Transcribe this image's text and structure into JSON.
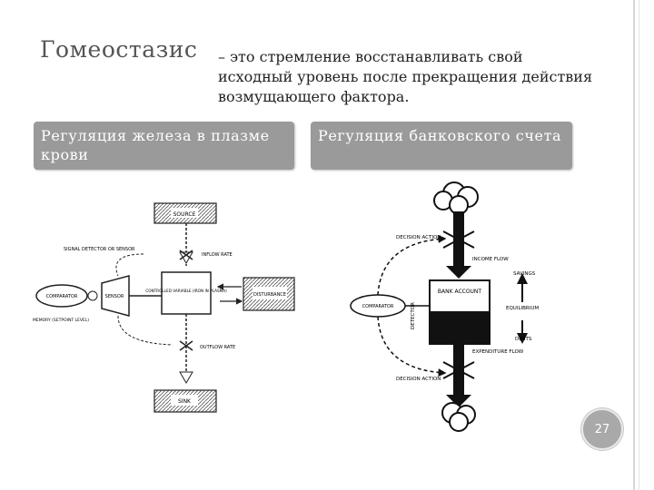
{
  "slide": {
    "title": "Гомеостазис",
    "definition": "– это стремление восстанавливать свой исходный уровень после прекращения действия возмущающего фактора.",
    "page_number": "27"
  },
  "panels": {
    "left_header": "Регуляция железа в плазме крови",
    "right_header": "Регуляция банковского счета"
  },
  "iron_diagram": {
    "source": "SOURCE",
    "signal_detector": "SIGNAL DETECTOR OR SENSOR",
    "comparator": "COMPARATOR",
    "sensor": "SENSOR",
    "memory": "MEMORY (SETPOINT LEVEL)",
    "inflow": "INFLOW RATE",
    "center": "CONTROLLED VARIABLE (IRON IN PLASMA)",
    "outflow": "OUTFLOW RATE",
    "disturbance": "DISTURBANCE",
    "sink": "SINK"
  },
  "bank_diagram": {
    "decision_top": "DECISION ACTION",
    "income_flow": "INCOME FLOW",
    "savings": "SAVINGS",
    "bank_account": "BANK ACCOUNT",
    "comparator": "COMPARATOR",
    "detector": "DETECTOR",
    "equilibrium": "EQUILIBRIUM",
    "debts": "DEBTS",
    "expenditure_flow": "EXPENDITURE FLOW",
    "decision_bottom": "DECISION ACTION"
  },
  "colors": {
    "header_bg": "#9a9a9a",
    "badge_bg": "#a9a9a9"
  }
}
